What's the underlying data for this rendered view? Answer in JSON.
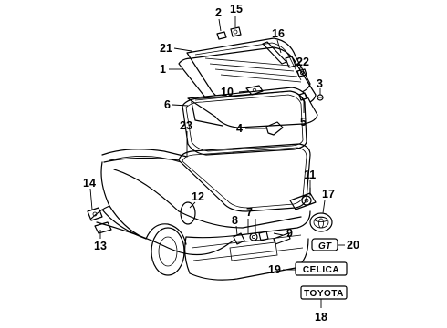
{
  "callouts": {
    "c1": "1",
    "c2": "2",
    "c3": "3",
    "c4": "4",
    "c5": "5",
    "c6": "6",
    "c7": "7",
    "c8": "8",
    "c9": "9",
    "c10": "10",
    "c11": "11",
    "c12": "12",
    "c13": "13",
    "c14": "14",
    "c15": "15",
    "c16": "16",
    "c17": "17",
    "c18": "18",
    "c19": "19",
    "c20": "20",
    "c21": "21",
    "c22": "22",
    "c23": "23"
  },
  "emblems": {
    "gt": "GT",
    "celica": "CELICA",
    "toyota": "TOYOTA"
  }
}
